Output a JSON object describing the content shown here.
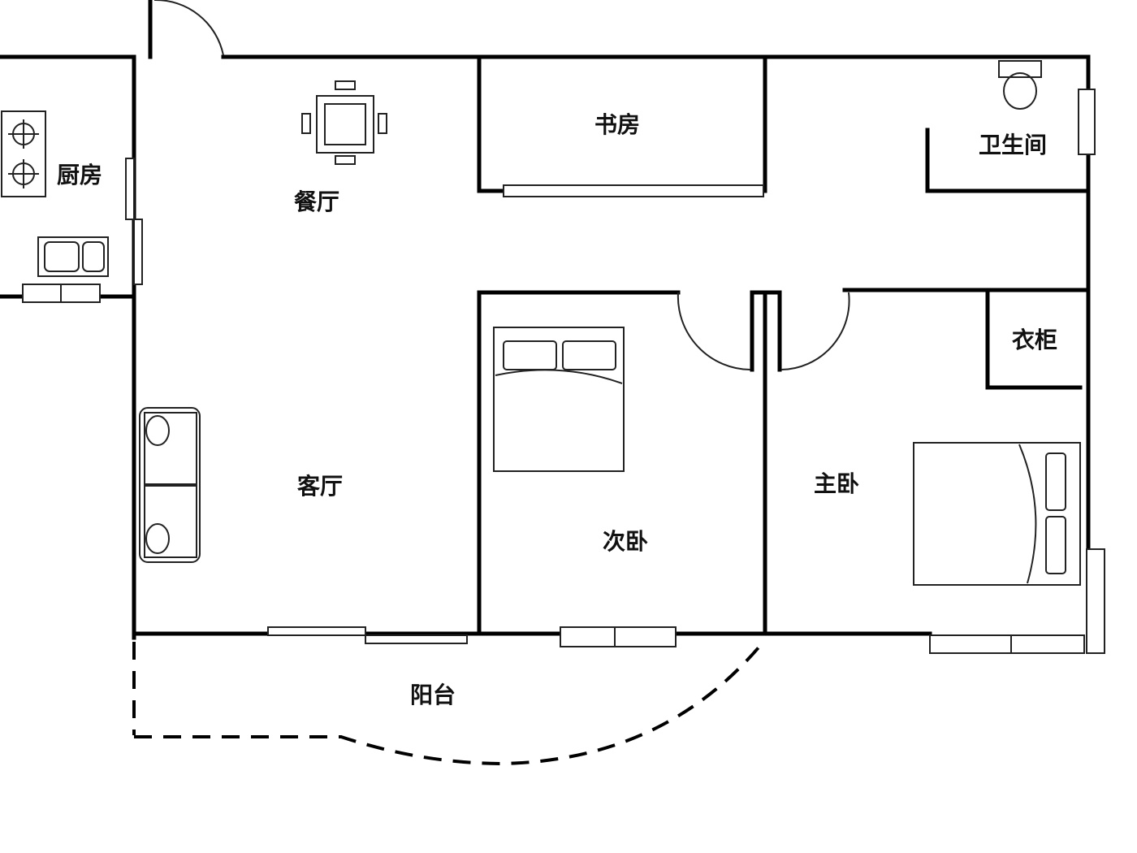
{
  "rooms": {
    "kitchen": "厨房",
    "dining": "餐厅",
    "study": "书房",
    "bathroom": "卫生间",
    "wardrobe": "衣柜",
    "living": "客厅",
    "second_bedroom": "次卧",
    "master_bedroom": "主卧",
    "balcony": "阳台"
  }
}
